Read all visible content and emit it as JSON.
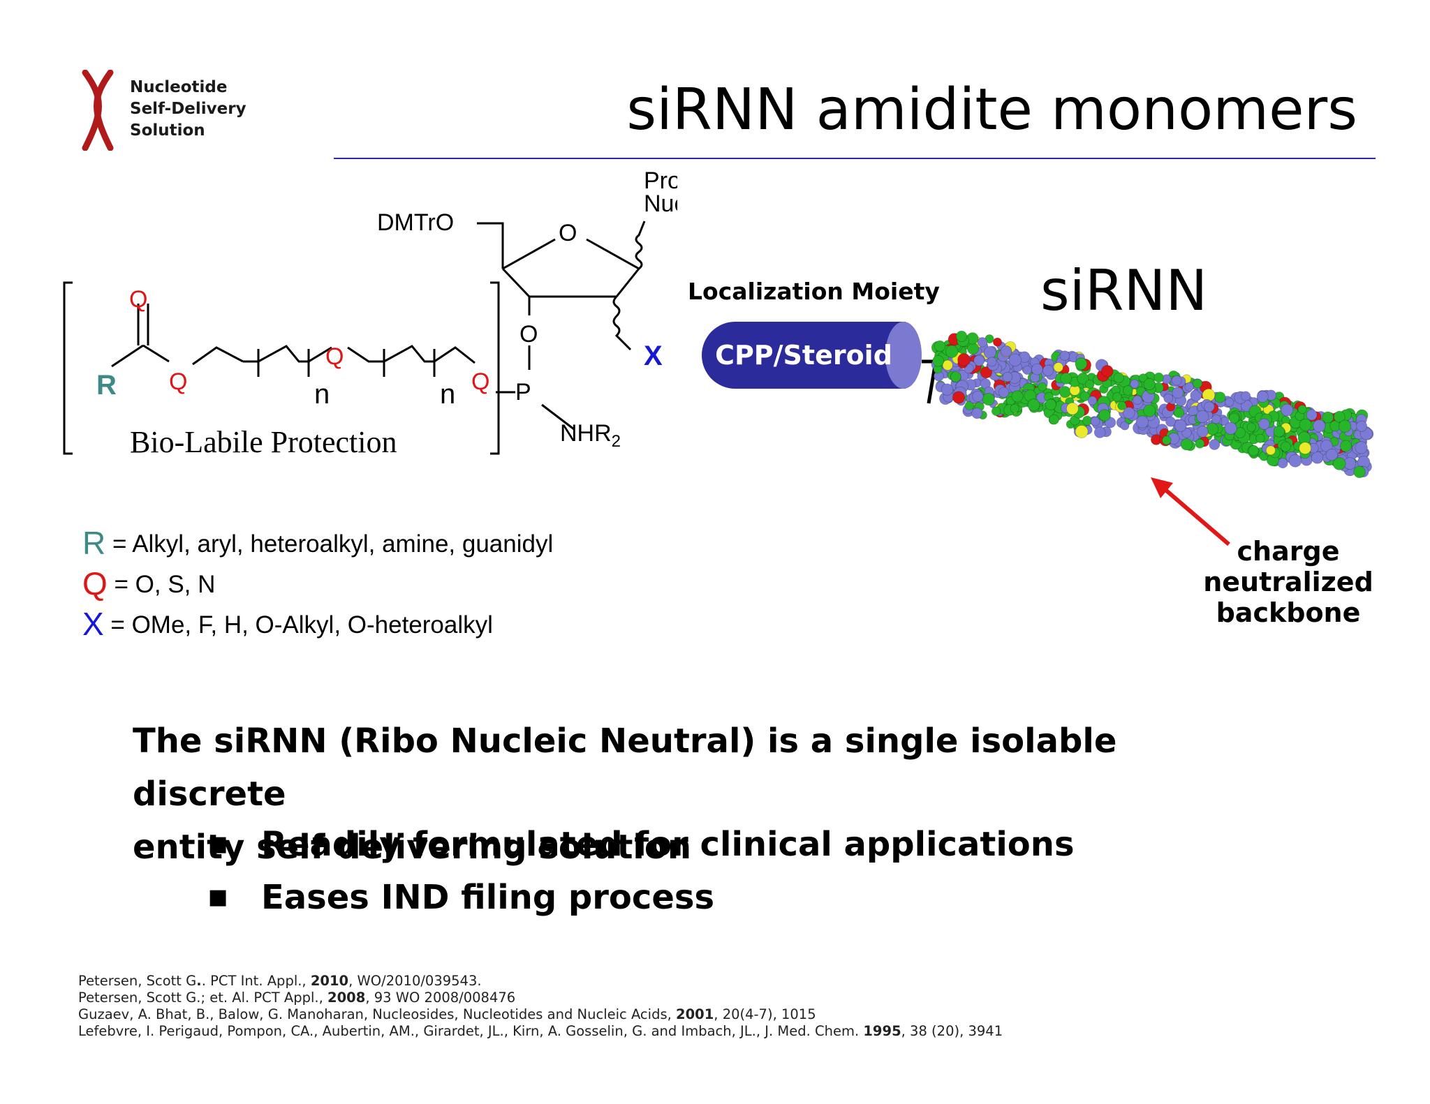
{
  "logo": {
    "icon": "chromosome-icon",
    "lines": [
      "Nucleotide",
      "Self-Delivery",
      "Solution"
    ],
    "color": "#b01a1a"
  },
  "title": "siRNN amidite monomers",
  "structure": {
    "dmtro": "DMTrO",
    "ring_o": "O",
    "protected": "Protected",
    "nucleobase": "Nucleobase",
    "o_link": "O",
    "x": "X",
    "p": "P",
    "nhr": "NHR",
    "nhr_sub": "2",
    "r": "R",
    "q": "Q",
    "n": "n",
    "bio_labile": "Bio-Labile Protection"
  },
  "legend": [
    {
      "symbol": "R",
      "color": "#3d8a86",
      "text": " = Alkyl, aryl, heteroalkyl, amine, guanidyl"
    },
    {
      "symbol": "Q",
      "color": "#e01616",
      "text": " = O, S, N"
    },
    {
      "symbol": "X",
      "color": "#1717d6",
      "text": " = OMe, F, H, O-Alkyl, O-heteroalkyl"
    }
  ],
  "localization_label": "Localization Moiety",
  "sirnn_label": "siRNN",
  "cpp_label": "CPP/Steroid",
  "charge_label": [
    "charge",
    "neutralized",
    "backbone"
  ],
  "body": {
    "line1": "The siRNN (Ribo Nucleic Neutral) is a single isolable discrete",
    "line2": "entity self delivering solution",
    "bullet_glyph": "■",
    "bullets": [
      "Readily formulated for clinical applications",
      "Eases IND filing process"
    ]
  },
  "references": [
    {
      "pre": "Petersen, Scott G",
      "bold": ".",
      "mid": ". PCT Int. Appl., ",
      "year": "2010",
      "post": ", WO/2010/039543."
    },
    {
      "pre": "Petersen, Scott G.; et. Al. PCT Appl., ",
      "bold": "",
      "mid": "",
      "year": "2008",
      "post": ", 93 WO 2008/008476"
    },
    {
      "pre": "Guzaev, A. Bhat, B., Balow, G. Manoharan, Nucleosides, Nucleotides and Nucleic Acids, ",
      "bold": "",
      "mid": "",
      "year": "2001",
      "post": ", 20(4-7), 1015"
    },
    {
      "pre": "Lefebvre, I. Perigaud,  Pompon, CA., Aubertin, AM., Girardet, JL., Kirn, A. Gosselin, G. and Imbach, JL., J. Med. Chem. ",
      "bold": "",
      "mid": "",
      "year": "1995",
      "post": ", 38 (20), 3941"
    }
  ],
  "colors": {
    "rule": "#2828b0",
    "cpp": "#2c2b9c",
    "arrow": "#e21818",
    "helix_blue": "#7b7bd6",
    "helix_green": "#27b52a",
    "helix_red": "#d81818",
    "helix_yellow": "#eaea2a"
  }
}
